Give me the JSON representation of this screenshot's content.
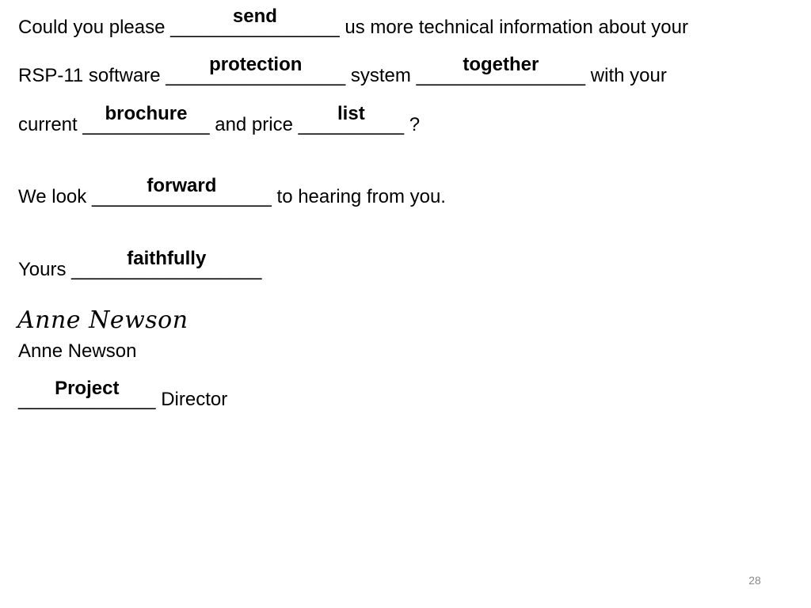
{
  "letter": {
    "line1": {
      "before": "Could you please ",
      "blank": "________________",
      "answer": "send",
      "after": " us more technical information about your"
    },
    "line2": {
      "before": "RSP-11 software ",
      "blank1": "_________________",
      "answer1": "protection",
      "middle": " system ",
      "blank2": "________________",
      "answer2": "together",
      "after": " with your"
    },
    "line3": {
      "before": "current ",
      "blank1": "____________",
      "answer1": "brochure",
      "middle": " and price ",
      "blank2": "__________",
      "answer2": "list",
      "after": " ?"
    },
    "line4": {
      "before": "We look ",
      "blank": "_________________",
      "answer": "forward",
      "after": " to hearing from you."
    },
    "line5": {
      "before": "Yours ",
      "blank": "__________________",
      "answer": "faithfully",
      "after": ""
    },
    "signature": "Anne Newson",
    "name": "Anne Newson",
    "line7": {
      "before": "",
      "blank": "_____________",
      "answer": "Project",
      "after": " Director"
    }
  },
  "slide_number": "28"
}
